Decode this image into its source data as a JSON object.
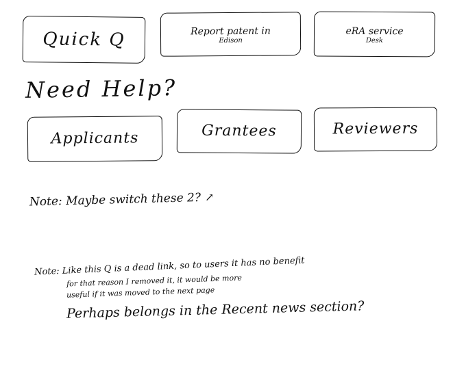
{
  "quick_actions": [
    {
      "label": "Quick Q"
    },
    {
      "label": "Report patent in",
      "sublabel": "Edison"
    },
    {
      "label": "eRA service",
      "sublabel": "Desk"
    }
  ],
  "need_help": {
    "title": "Need Help?",
    "buttons": [
      {
        "label": "Applicants"
      },
      {
        "label": "Grantees"
      },
      {
        "label": "Reviewers"
      }
    ]
  },
  "notes": {
    "note1": "Note: Maybe switch these 2?",
    "note1_arrow": "↗",
    "note2_lines": [
      "Note: Like this Q is a dead link, so to users it has no benefit",
      "for that reason I removed it, it would be more",
      "useful if it was moved to the next page",
      "Perhaps belongs in the Recent news section?"
    ]
  }
}
